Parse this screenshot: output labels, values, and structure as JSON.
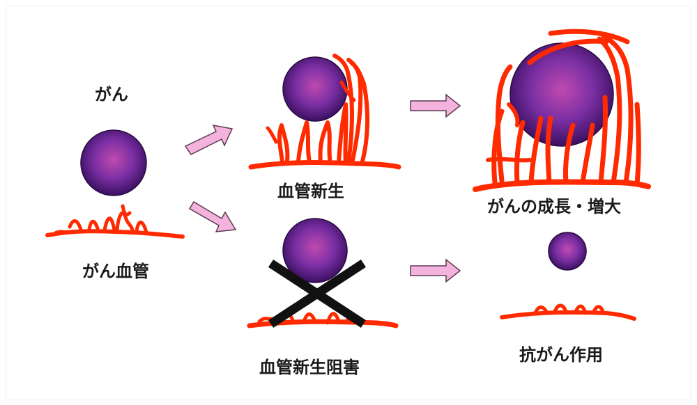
{
  "labels": {
    "cancer": "がん",
    "cancer_vessels": "がん血管",
    "angiogenesis": "血管新生",
    "cancer_growth": "がんの成長・増大",
    "angiogenesis_inhibition": "血管新生阻害",
    "anticancer_effect": "抗がん作用"
  },
  "colors": {
    "tumor_center": "#c04ab0",
    "tumor_mid": "#7a2fa3",
    "tumor_edge": "#3a1060",
    "vessel": "#ff2a00",
    "arrow_fill": "#f4b3dc",
    "arrow_stroke": "#5a3a52",
    "cross": "#111111"
  },
  "icons": {
    "arrow": "right-arrow",
    "tumor": "purple-sphere",
    "inhibition": "x-mark"
  }
}
